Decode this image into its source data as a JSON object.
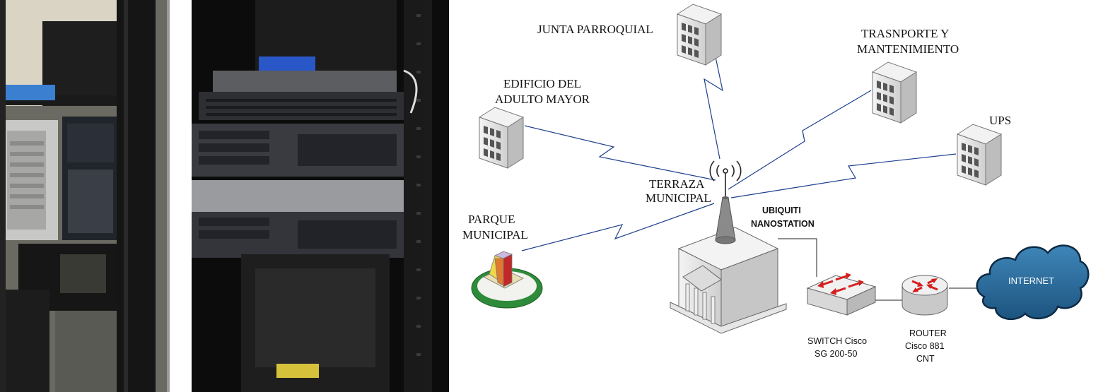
{
  "photos": {
    "left_rack": "rack-photo-1",
    "right_rack": "rack-photo-2"
  },
  "sites": {
    "junta": [
      "JUNTA PARROQUIAL"
    ],
    "edificio": [
      "EDIFICIO DEL",
      "ADULTO MAYOR"
    ],
    "transporte": [
      "TRASNPORTE Y",
      "MANTENIMIENTO"
    ],
    "ups": [
      "UPS"
    ],
    "parque": [
      "PARQUE",
      "MUNICIPAL"
    ],
    "terraza": [
      "TERRAZA",
      "MUNICIPAL"
    ]
  },
  "devices": {
    "nanostation": [
      "UBIQUITI",
      "NANOSTATION"
    ],
    "switch": [
      "SWITCH Cisco",
      "SG 200-50"
    ],
    "router": [
      "ROUTER",
      "Cisco 881",
      "CNT"
    ],
    "internet": "INTERNET"
  },
  "colors": {
    "link": "#1f3f8f",
    "wire": "#222222",
    "cloud": "#2d6f9e",
    "arrow": "#d41f1f",
    "park": "#2e8b3a"
  }
}
